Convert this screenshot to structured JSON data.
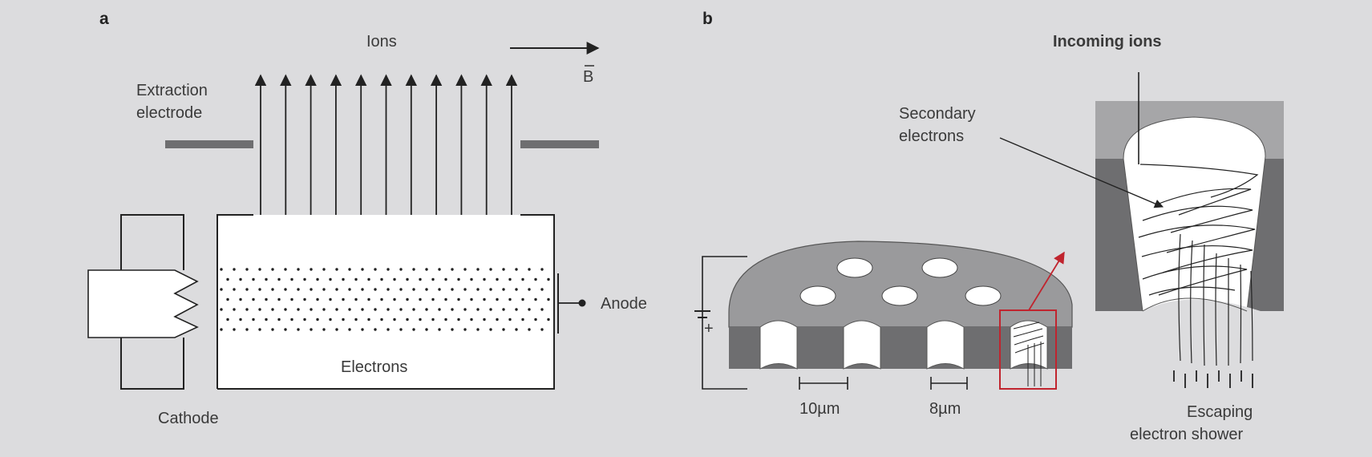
{
  "panel_a": {
    "letter": "a",
    "labels": {
      "ions": "Ions",
      "field": "B",
      "extraction_line1": "Extraction",
      "extraction_line2": "electrode",
      "anode": "Anode",
      "electrons": "Electrons",
      "cathode": "Cathode"
    },
    "ion_arrow_count": 11,
    "dot_rows": 7
  },
  "panel_b": {
    "letter": "b",
    "labels": {
      "incoming": "Incoming ions",
      "secondary_line1": "Secondary",
      "secondary_line2": "electrons",
      "pitch_large": "10µm",
      "pitch_small": "8µm",
      "escaping_line1": "Escaping",
      "escaping_line2": "electron shower",
      "plus": "+"
    }
  },
  "colors": {
    "background": "#dcdcde",
    "ink": "#222222",
    "electrode": "#6e6e70",
    "plate_top": "#9a9a9c",
    "plate_side": "#6e6e70",
    "highlight": "#c0242e"
  }
}
